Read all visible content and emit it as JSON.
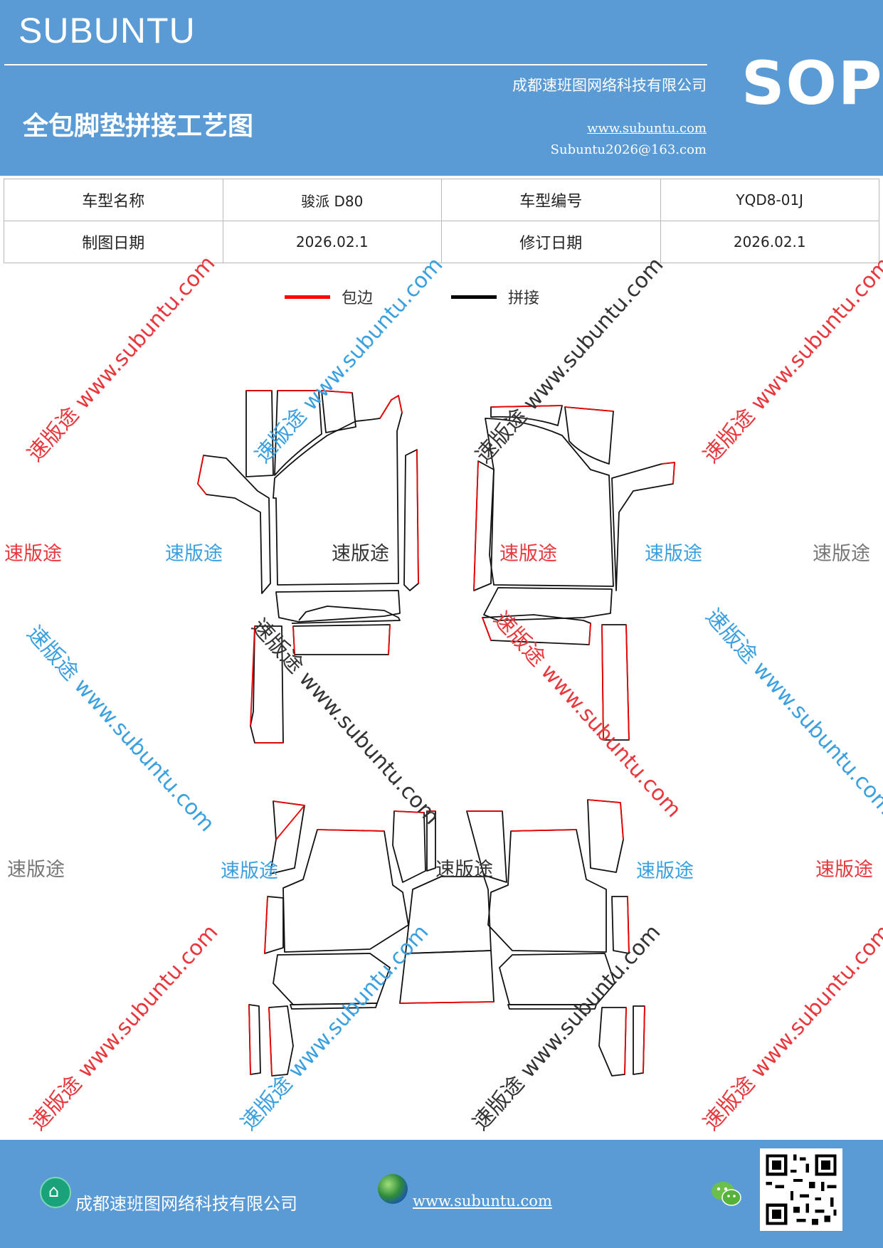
{
  "header": {
    "brand": "SUBUNTU",
    "company": "成都速班图网络科技有限公司",
    "doc_title": "全包脚垫拼接工艺图",
    "website": "www.subuntu.com",
    "email": "Subuntu2026@163.com",
    "badge": "SOP"
  },
  "info_table": {
    "model_name_label": "车型名称",
    "model_name_value": "骏派 D80",
    "model_code_label": "车型编号",
    "model_code_value": "YQD8-01J",
    "draw_date_label": "制图日期",
    "draw_date_value": "2026.02.1",
    "revise_date_label": "修订日期",
    "revise_date_value": "2026.02.1"
  },
  "legend": {
    "edge_label": "包边",
    "edge_color": "#ff0000",
    "join_label": "拼接",
    "join_color": "#000000"
  },
  "watermarks": {
    "diag_text": "速版途 www.subuntu.com",
    "plain_text": "速版途",
    "colors": {
      "red": "#e8383d",
      "blue": "#3aa0e0",
      "gray": "#777777",
      "dark": "#333333"
    }
  },
  "footer": {
    "company": "成都速班图网络科技有限公司",
    "website": "www.subuntu.com",
    "company_icon": "building-icon",
    "web_icon": "globe-icon",
    "wechat_icon": "wechat-icon",
    "qr_icon": "qr-code"
  }
}
